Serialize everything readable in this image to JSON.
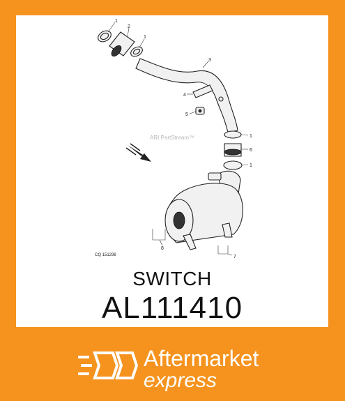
{
  "diagram": {
    "callouts": [
      "1",
      "2",
      "1",
      "3",
      "4",
      "5",
      "1",
      "6",
      "1",
      "8",
      "7"
    ],
    "watermark": "ARI PartStream™",
    "figure_code": "CQ 151298"
  },
  "product": {
    "name": "SWITCH",
    "part_number": "AL111410"
  },
  "brand": {
    "line1": "Aftermarket",
    "line2": "express",
    "colors": {
      "accent": "#f5931e",
      "text": "#ffffff"
    }
  }
}
